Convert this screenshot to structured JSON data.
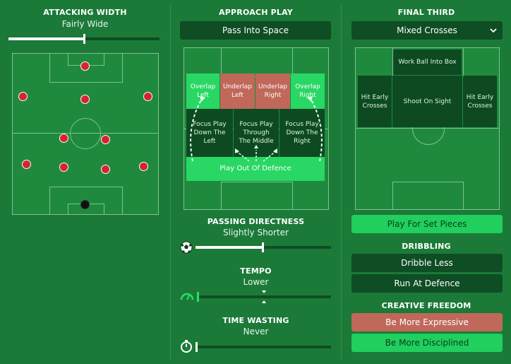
{
  "attacking_width": {
    "title": "ATTACKING WIDTH",
    "value": "Fairly Wide",
    "level": 0.5
  },
  "approach_play": {
    "title": "APPROACH PLAY",
    "selected": "Pass Into Space",
    "zones": {
      "overlap_left": "Overlap Left",
      "underlap_left": "Underlap Left",
      "underlap_right": "Underlap Right",
      "overlap_right": "Overlap Right",
      "focus_left": "Focus Play Down The Left",
      "focus_middle": "Focus Play Through The Middle",
      "focus_right": "Focus Play Down The Right",
      "play_out": "Play Out Of Defence"
    }
  },
  "passing_directness": {
    "title": "PASSING DIRECTNESS",
    "value": "Slightly Shorter",
    "level": 0.45,
    "icon": "football-icon"
  },
  "tempo": {
    "title": "TEMPO",
    "value": "Lower",
    "level": 0.0,
    "icon": "speedometer-icon"
  },
  "time_wasting": {
    "title": "TIME WASTING",
    "value": "Never",
    "level": 0.0,
    "icon": "stopwatch-icon"
  },
  "final_third": {
    "title": "FINAL THIRD",
    "selected": "Mixed Crosses",
    "zones": {
      "work_ball": "Work Ball Into Box",
      "hit_early_left": "Hit Early Crosses",
      "shoot_on_sight": "Shoot On Sight",
      "hit_early_right": "Hit Early Crosses"
    },
    "set_pieces": "Play For Set Pieces"
  },
  "dribbling": {
    "title": "DRIBBLING",
    "options": [
      "Dribble Less",
      "Run At Defence"
    ]
  },
  "creative_freedom": {
    "title": "CREATIVE FREEDOM",
    "options": [
      "Be More Expressive",
      "Be More Disciplined"
    ]
  },
  "colors": {
    "background": "#1b7a37",
    "dark_button": "#0f4d24",
    "highlight": "#20cf5e",
    "selected_red": "#c0685a"
  }
}
